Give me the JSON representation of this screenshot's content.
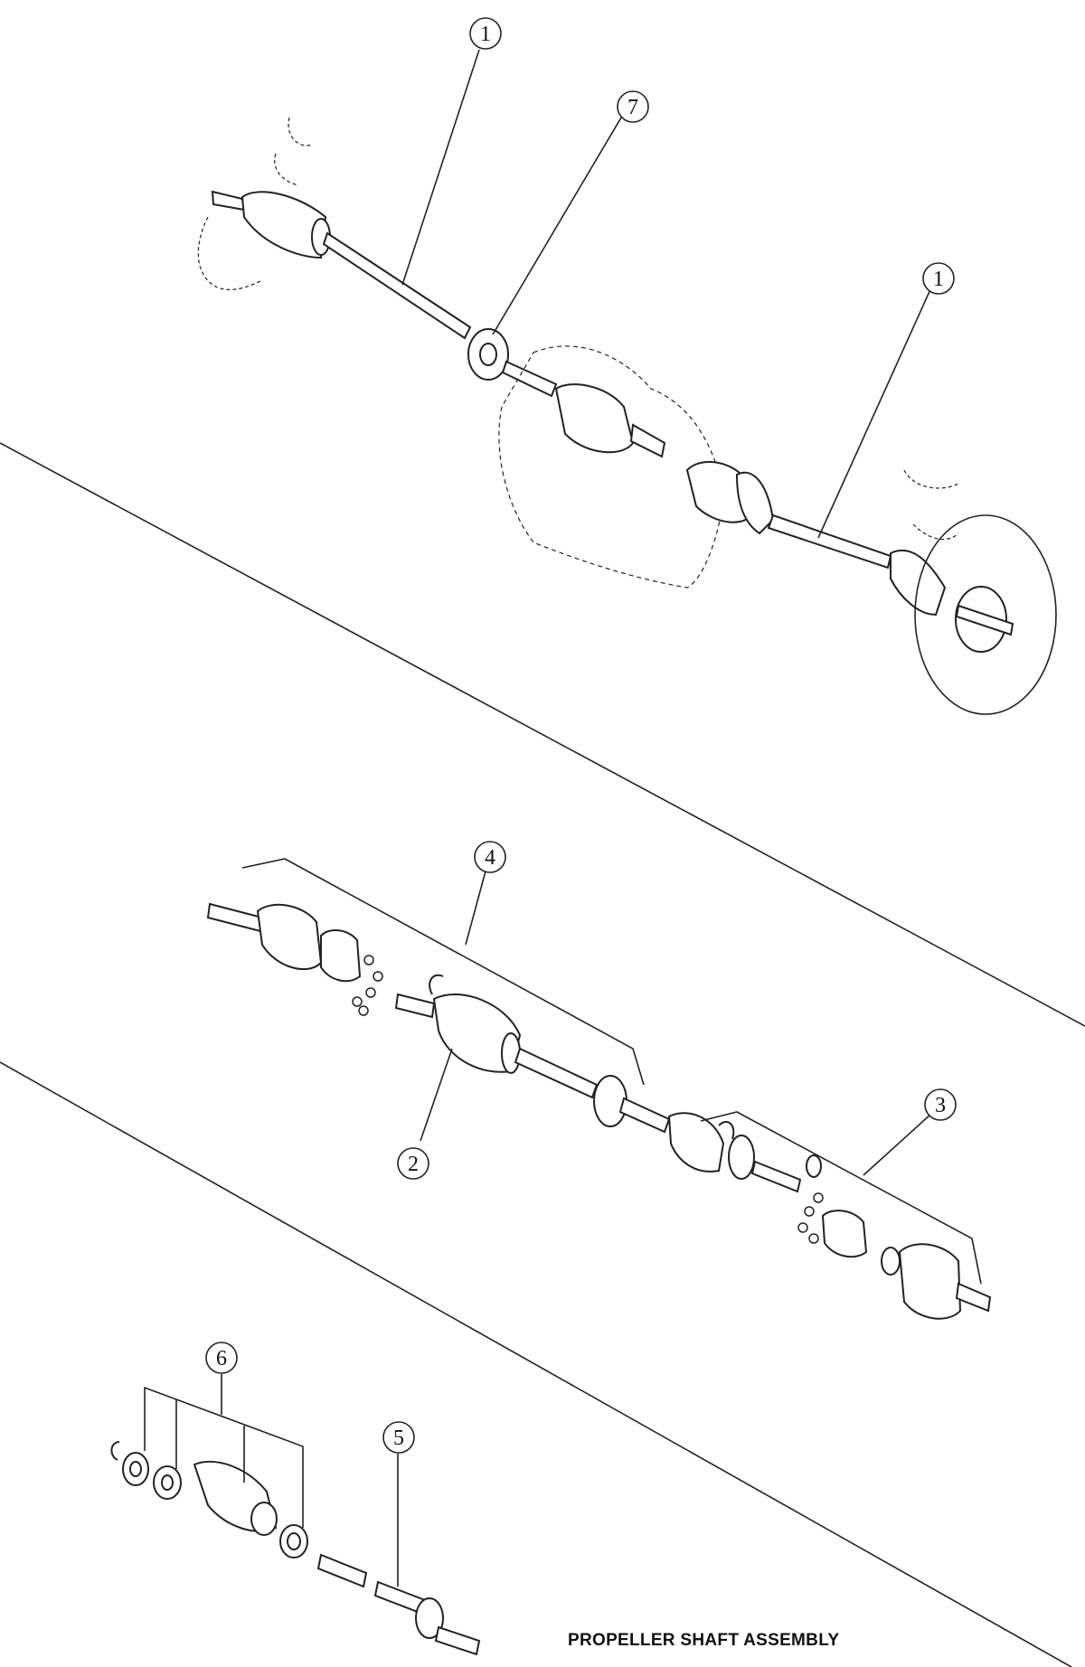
{
  "diagram": {
    "caption": "PROPELLER SHAFT ASSEMBLY",
    "callouts": [
      "1",
      "7",
      "1",
      "4",
      "2",
      "3",
      "6",
      "5"
    ]
  }
}
